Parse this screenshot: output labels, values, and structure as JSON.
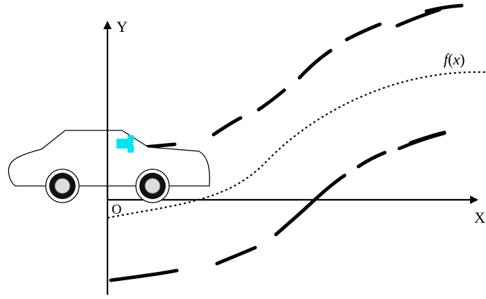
{
  "labels": {
    "y_axis": "Y",
    "x_axis": "X",
    "origin": "O",
    "curve_f": "f",
    "curve_paren_open": "(",
    "curve_x": "x",
    "curve_paren_close": ")"
  },
  "colors": {
    "ink": "#000000",
    "car_body": "#ffffff",
    "sensor": "#00e5ee",
    "background": "#ffffff"
  },
  "icons": {
    "car": "car-icon",
    "sensor": "sensor-icon"
  }
}
